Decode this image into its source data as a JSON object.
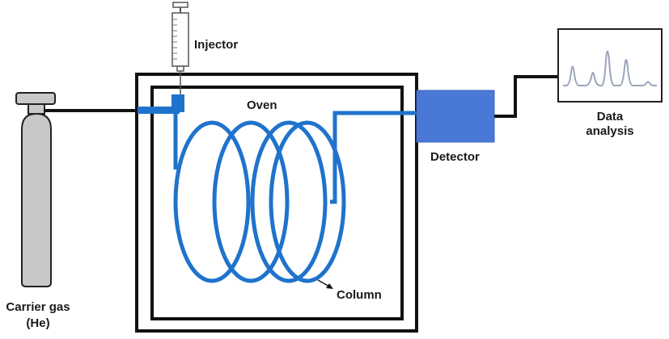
{
  "labels": {
    "injector": "Injector",
    "oven": "Oven",
    "column": "Column",
    "detector": "Detector",
    "data_analysis_line1": "Data",
    "data_analysis_line2": "analysis",
    "carrier_gas_line1": "Carrier gas",
    "carrier_gas_line2": "(He)"
  },
  "colors": {
    "column_blue": "#1f73cc",
    "detector_blue": "#4a78d6",
    "line_black": "#111111",
    "cylinder_gray": "#c8c8c8",
    "chromatogram": "#9aa4bb"
  }
}
